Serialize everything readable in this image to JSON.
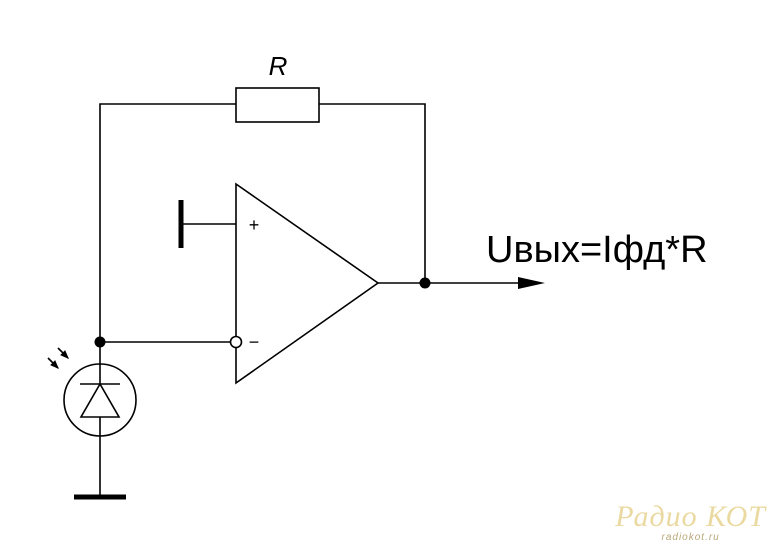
{
  "diagram": {
    "resistor_label": "R",
    "plus_sign": "+",
    "minus_sign": "−",
    "output_formula": "Uвых=Iфд*R"
  },
  "watermark": {
    "title": "Радио КОТ",
    "site": "radiokot.ru"
  }
}
